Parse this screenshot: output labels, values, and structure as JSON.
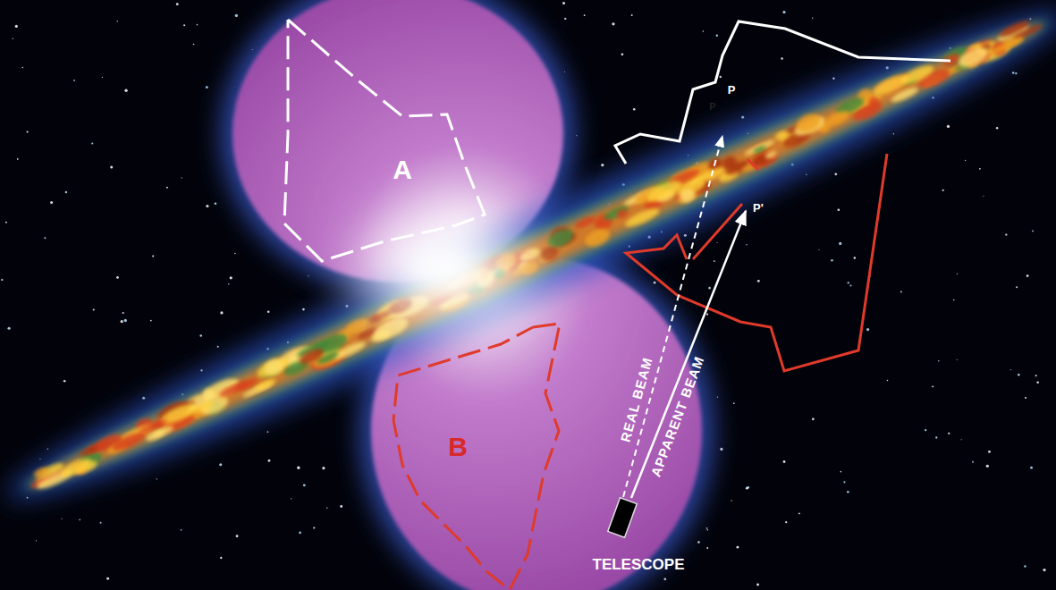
{
  "diagram": {
    "nodes": [
      {
        "text": [
          "A"
        ]
      },
      {
        "text": [
          "B"
        ]
      }
    ],
    "labels": [
      "P",
      "P",
      "P'",
      "REAL BEAM",
      "APPARENT BEAM",
      "TELESCOPE"
    ]
  }
}
